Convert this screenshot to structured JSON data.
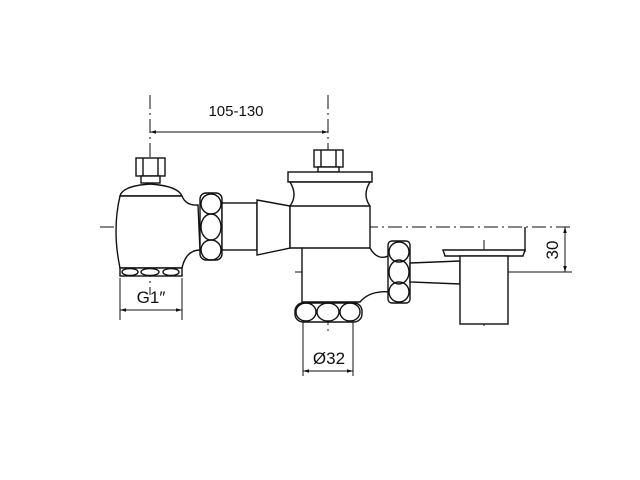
{
  "drawing": {
    "dimensions": {
      "center_distance": "105-130",
      "inlet_thread": "G1″",
      "outlet_diameter": "Ø32",
      "offset_height": "30"
    },
    "colors": {
      "line": "#111111",
      "background": "#ffffff"
    }
  }
}
